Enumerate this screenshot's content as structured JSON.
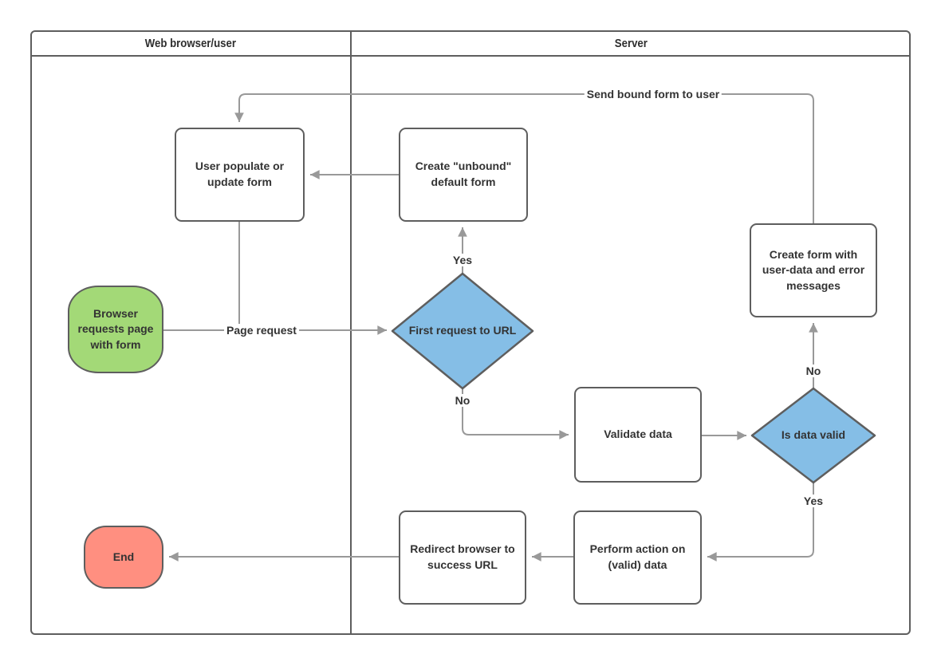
{
  "diagram": {
    "type": "flowchart-swimlane",
    "lanes": [
      {
        "title": "Web browser/user"
      },
      {
        "title": "Server"
      }
    ],
    "nodes": {
      "start": {
        "label": "Browser requests page with form",
        "shape": "terminator",
        "fill": "#A3D977"
      },
      "user_populate": {
        "label": "User populate or update form",
        "shape": "process",
        "fill": "#FFFFFF"
      },
      "create_unbound": {
        "label": "Create \"unbound\" default form",
        "shape": "process",
        "fill": "#FFFFFF"
      },
      "first_request": {
        "label": "First request to URL",
        "shape": "decision",
        "fill": "#85BEE6"
      },
      "validate_data": {
        "label": "Validate data",
        "shape": "process",
        "fill": "#FFFFFF"
      },
      "is_data_valid": {
        "label": "Is data valid",
        "shape": "decision",
        "fill": "#85BEE6"
      },
      "create_form_errors": {
        "label": "Create form with user-data and error messages",
        "shape": "process",
        "fill": "#FFFFFF"
      },
      "perform_action": {
        "label": "Perform action on (valid) data",
        "shape": "process",
        "fill": "#FFFFFF"
      },
      "redirect_browser": {
        "label": "Redirect browser to success URL",
        "shape": "process",
        "fill": "#FFFFFF"
      },
      "end": {
        "label": "End",
        "shape": "terminator",
        "fill": "#FF8F80"
      }
    },
    "edge_labels": {
      "page_request": "Page request",
      "send_bound_form": "Send bound form to user",
      "first_request_yes": "Yes",
      "first_request_no": "No",
      "is_valid_no": "No",
      "is_valid_yes": "Yes"
    },
    "colors": {
      "connector": "#999999",
      "node_border": "#5e5e5e",
      "decision_fill": "#85BEE6",
      "start_fill": "#A3D977",
      "end_fill": "#FF8F80",
      "text": "#333333"
    }
  }
}
